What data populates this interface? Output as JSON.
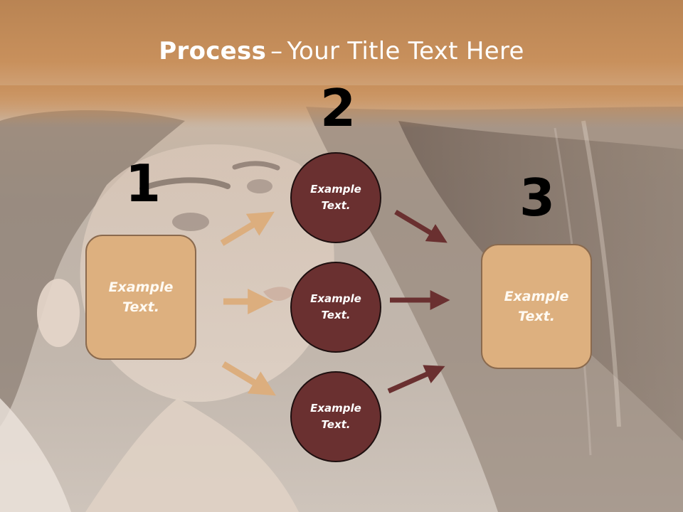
{
  "slide": {
    "title_bold": "Process",
    "title_sep": "–",
    "title_rest": "Your Title Text Here"
  },
  "steps": {
    "step1": {
      "number": "1",
      "text": "Example Text."
    },
    "step2": {
      "number": "2",
      "items": [
        "Example Text.",
        "Example Text.",
        "Example Text."
      ]
    },
    "step3": {
      "number": "3",
      "text": "Example Text."
    }
  },
  "colors": {
    "header_band": "#c8905c",
    "box_fill": "#ddb07f",
    "circle_fill": "#6a3030",
    "arrow_light": "#dcae7e",
    "arrow_dark": "#6a3030"
  },
  "icons": {
    "arrow_light": "arrow-right-icon",
    "arrow_dark": "arrow-right-icon"
  }
}
